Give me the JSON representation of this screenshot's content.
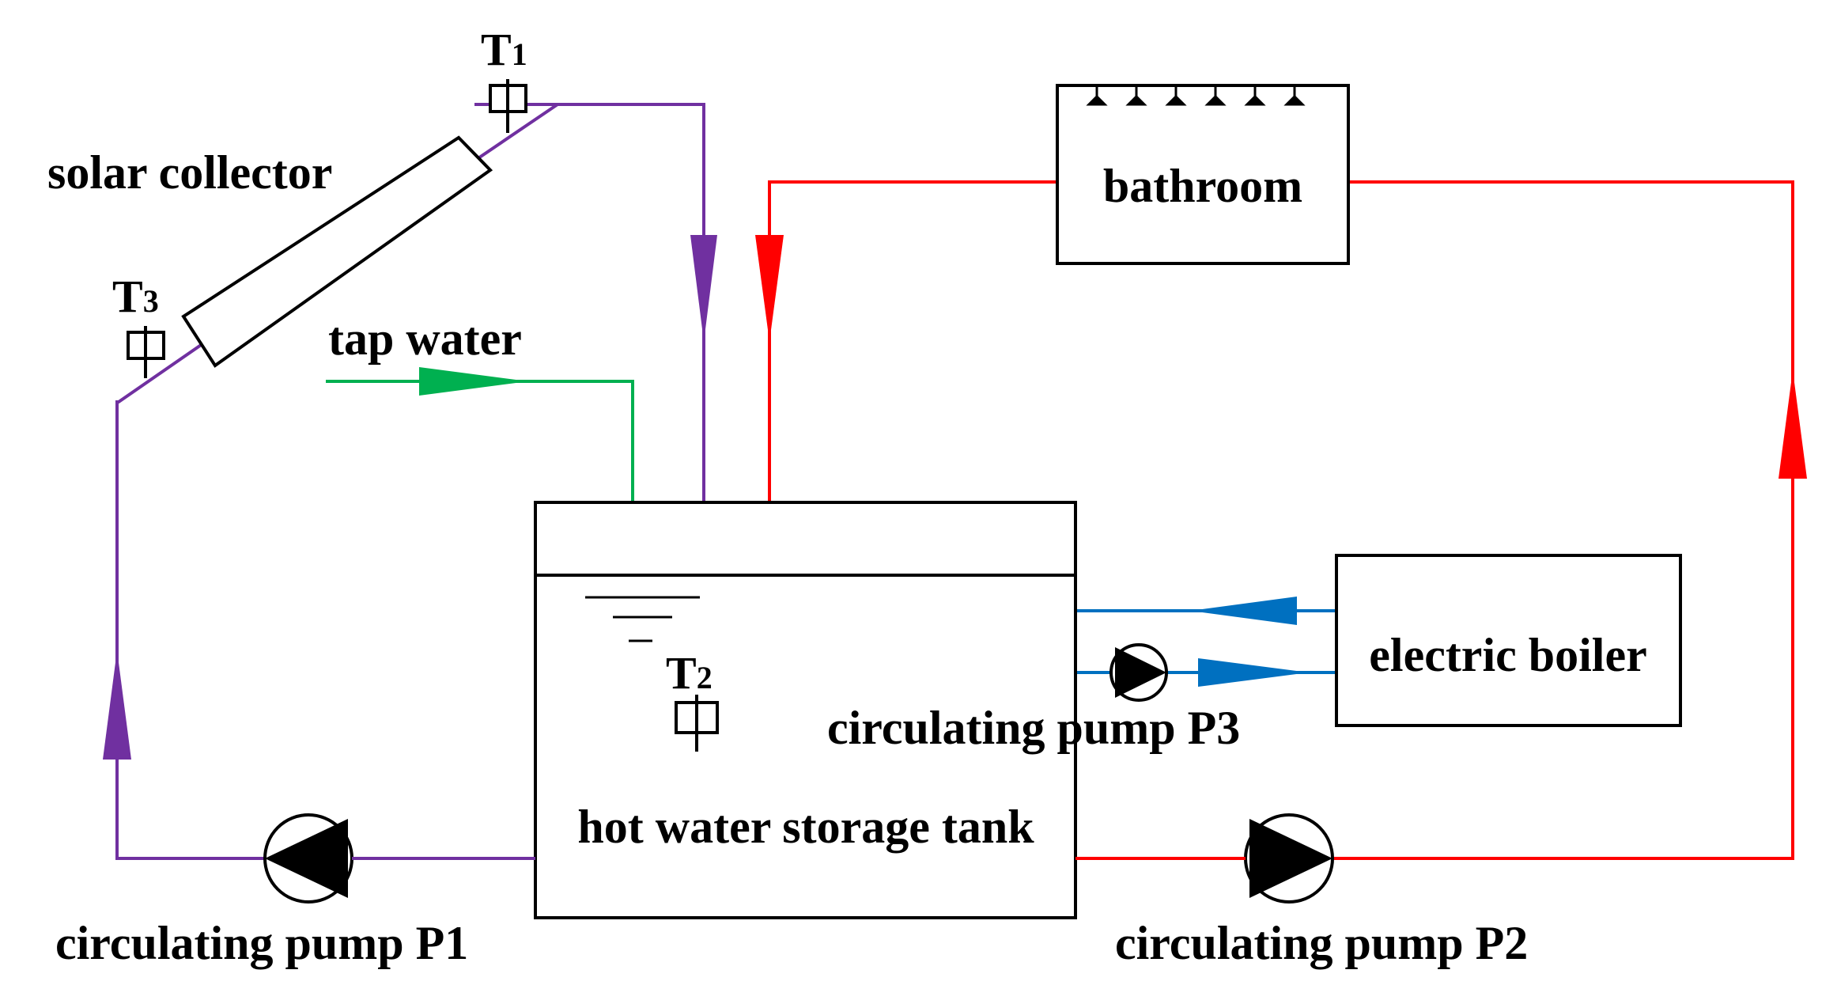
{
  "labels": {
    "solar_collector": "solar collector",
    "tap_water": "tap water",
    "bathroom": "bathroom",
    "electric_boiler": "electric boiler",
    "tank": "hot water storage tank",
    "pump_p1": "circulating pump P1",
    "pump_p2": "circulating pump P2",
    "pump_p3": "circulating pump P3"
  },
  "sensors": {
    "t1": {
      "letter": "T",
      "sub": "1"
    },
    "t2": {
      "letter": "T",
      "sub": "2"
    },
    "t3": {
      "letter": "T",
      "sub": "3"
    }
  },
  "colors": {
    "collector_loop": "#7030a0",
    "bathroom_loop": "#ff0000",
    "boiler_loop": "#0070c0",
    "tap_water": "#00b050",
    "outline": "#000000"
  }
}
